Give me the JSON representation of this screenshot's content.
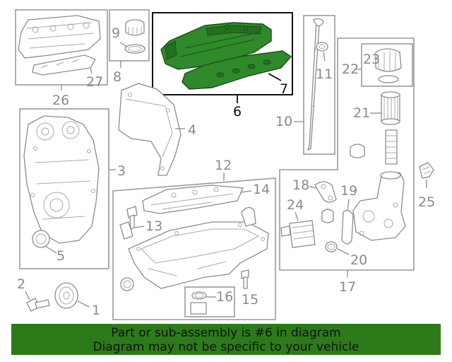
{
  "callouts": {
    "c1": "1",
    "c2": "2",
    "c3": "3",
    "c4": "4",
    "c5": "5",
    "c6": "6",
    "c7": "7",
    "c8": "8",
    "c9": "9",
    "c10": "10",
    "c11": "11",
    "c12": "12",
    "c13": "13",
    "c14": "14",
    "c15": "15",
    "c16": "16",
    "c17": "17",
    "c18": "18",
    "c19": "19",
    "c20": "20",
    "c21": "21",
    "c22": "22",
    "c23": "23",
    "c24": "24",
    "c25": "25",
    "c26": "26",
    "c27": "27"
  },
  "highlight": {
    "part_number": "6",
    "color": "#2f8a2a"
  },
  "banner": {
    "line1": "Part or sub-assembly is #6 in diagram",
    "line2": "Diagram may not be specific to your vehicle",
    "background": "#2d7a1a"
  }
}
